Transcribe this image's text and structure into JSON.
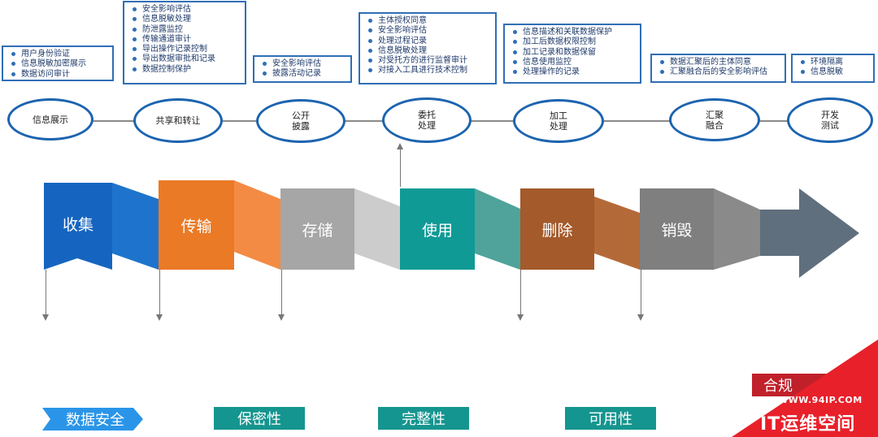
{
  "nodes": [
    {
      "label": "信息展示",
      "bullets": [
        "用户身份验证",
        "信息脱敏加密展示",
        "数据访问审计"
      ]
    },
    {
      "label": "共享和转让",
      "bullets": [
        "安全影响评估",
        "信息脱敏处理",
        "防泄露监控",
        "传输通道审计",
        "导出操作记录控制",
        "导出数据审批和记录",
        "数据控制保护"
      ]
    },
    {
      "label": "公开\n披露",
      "bullets": [
        "安全影响评估",
        "披露活动记录"
      ]
    },
    {
      "label": "委托\n处理",
      "bullets": [
        "主体授权同意",
        "安全影响评估",
        "处理过程记录",
        "信息脱敏处理",
        "对受托方的进行监督审计",
        "对接入工具进行技术控制"
      ]
    },
    {
      "label": "加工\n处理",
      "bullets": [
        "信息描述和关联数据保护",
        "加工后数据权限控制",
        "加工记录和数据保留",
        "信息使用监控",
        "处理操作的记录"
      ]
    },
    {
      "label": "汇聚\n融合",
      "bullets": [
        "数据汇聚后的主体同意",
        "汇聚融合后的安全影响评估"
      ]
    },
    {
      "label": "开发\n测试",
      "bullets": [
        "环境隔离",
        "信息脱敏"
      ]
    }
  ],
  "stages": [
    {
      "label": "收集",
      "color": "#1565c0"
    },
    {
      "label": "传输",
      "color": "#ea7a26"
    },
    {
      "label": "存储",
      "color": "#a6a6a6"
    },
    {
      "label": "使用",
      "color": "#0f9a96"
    },
    {
      "label": "删除",
      "color": "#a45a2a"
    },
    {
      "label": "销毁",
      "color": "#7f7f7f"
    }
  ],
  "tags": [
    {
      "label": "数据安全",
      "color": "#2a95e8"
    },
    {
      "label": "保密性",
      "color": "#15958f"
    },
    {
      "label": "完整性",
      "color": "#15958f"
    },
    {
      "label": "可用性",
      "color": "#15958f"
    },
    {
      "label": "合规",
      "color": "#c0202a"
    }
  ],
  "watermark": {
    "line1": "WWW.94IP.COM",
    "line2": "IT运维空间"
  }
}
